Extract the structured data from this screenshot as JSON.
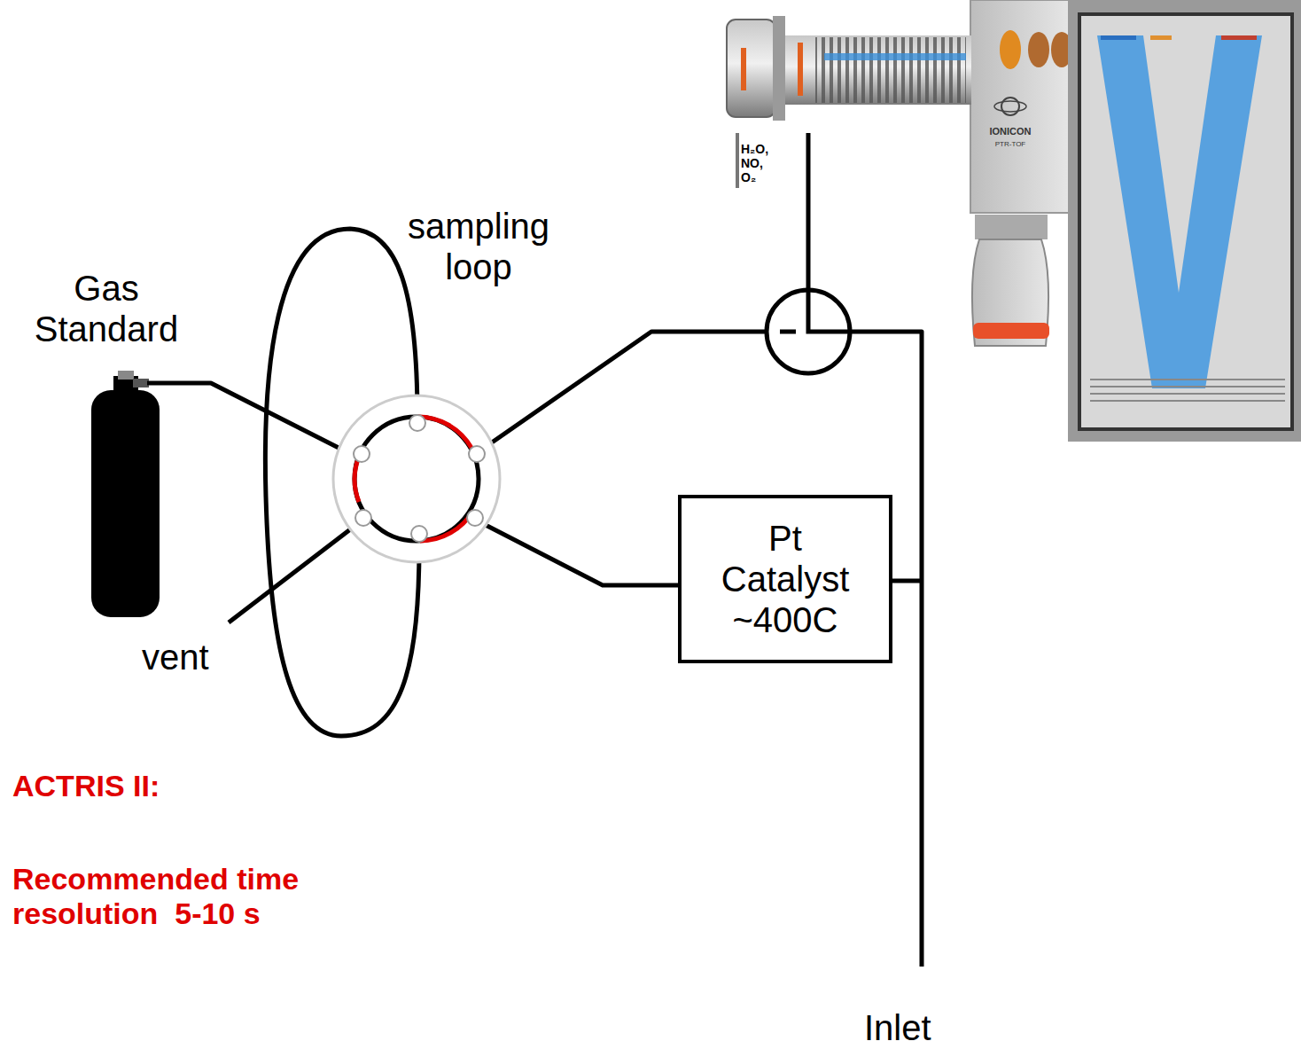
{
  "diagram": {
    "nodes": [
      {
        "text": [
          "Pt Catalyst ~400C"
        ]
      }
    ],
    "labels": [
      "Gas Standard",
      "sampling loop",
      "vent",
      "H₂O, NO, O₂",
      "IONICON",
      "PTR-TOF",
      "Inlet",
      "ACTRIS II:",
      "Recommended time resolution  5-10 s"
    ]
  }
}
